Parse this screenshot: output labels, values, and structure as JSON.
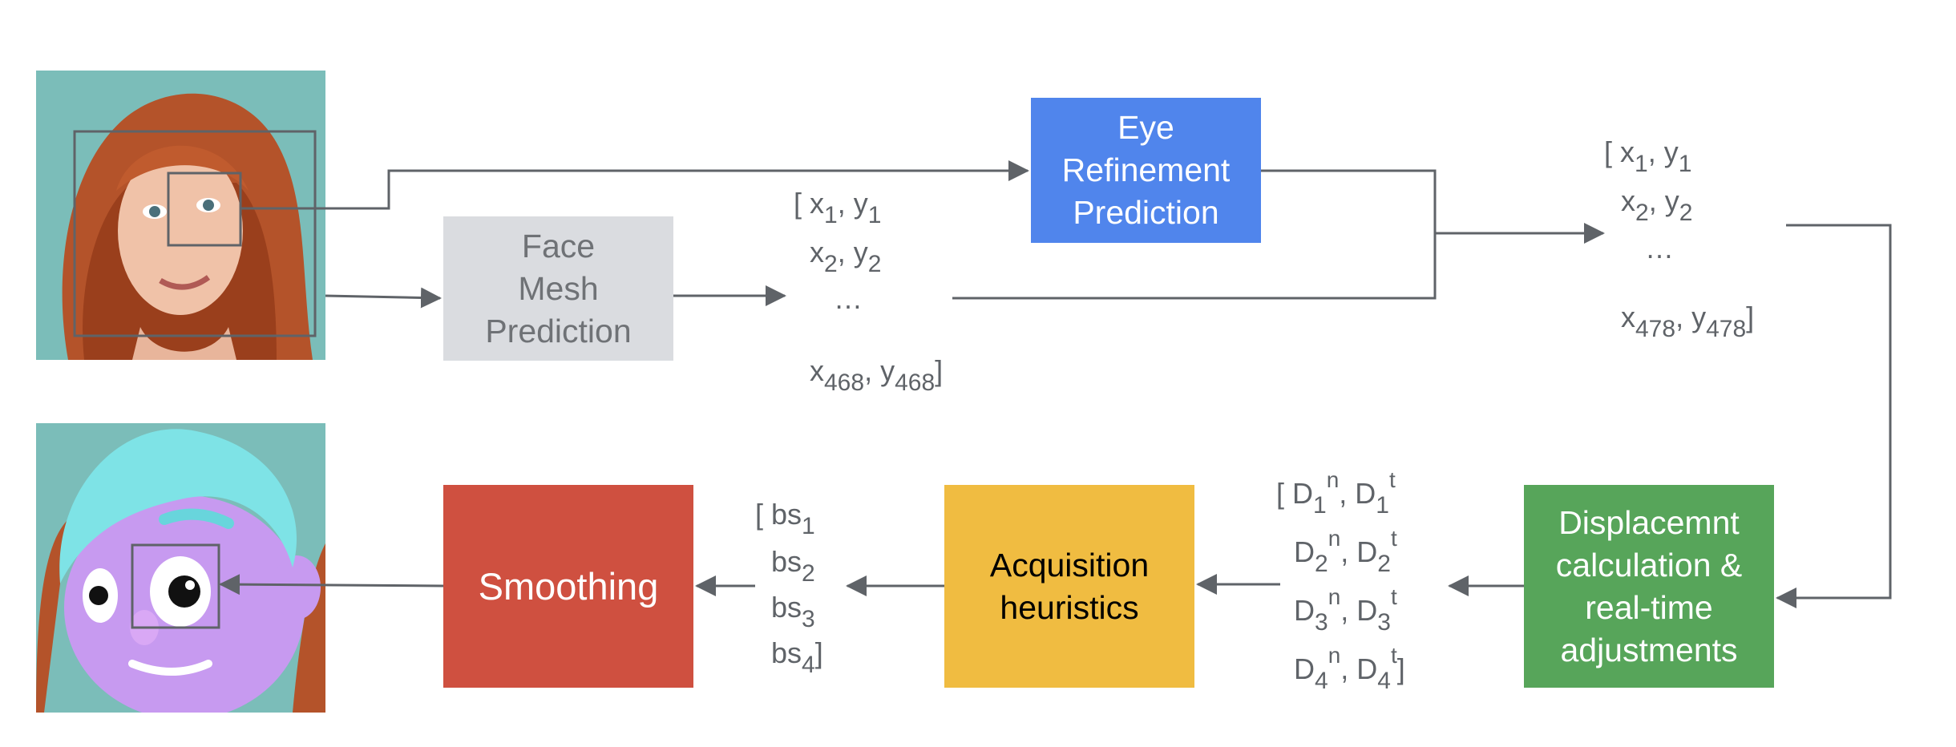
{
  "colors": {
    "line": "#5f6368",
    "face_mesh_box": "#dadce0",
    "eye_refinement_box": "#5085ec",
    "displacement_box": "#57a55a",
    "acquisition_box": "#f0bc41",
    "smoothing_box": "#cf5040"
  },
  "boxes": {
    "face_mesh": {
      "lines": [
        "Face",
        "Mesh",
        "Prediction"
      ]
    },
    "eye_refinement": {
      "lines": [
        "Eye",
        "Refinement",
        "Prediction"
      ]
    },
    "displacement": {
      "lines": [
        "Displacemnt",
        "calculation &",
        "real-time",
        "adjustments"
      ]
    },
    "acquisition": {
      "lines": [
        "Acquisition",
        "heuristics"
      ]
    },
    "smoothing": {
      "lines": [
        "Smoothing"
      ]
    }
  },
  "mesh_vector": {
    "open": "[ x",
    "x1": "1",
    "sep1": ", y",
    "y1": "1",
    "r2_x": "x",
    "x2": "2",
    "r2_sep": ", y",
    "y2": "2",
    "ellipsis": "…",
    "r4_x": "x",
    "x468": "468",
    "r4_sep": ", y",
    "y468": "468",
    "close": "]"
  },
  "refined_vector": {
    "open": "[ x",
    "x1": "1",
    "sep1": ", y",
    "y1": "1",
    "r2_x": "x",
    "x2": "2",
    "r2_sep": ", y",
    "y2": "2",
    "ellipsis": "…",
    "r4_x": "x",
    "x478": "478",
    "r4_sep": ", y",
    "y478": "478",
    "close": "]"
  },
  "displacement_vector": {
    "rows": [
      {
        "pre": "[ D",
        "i": "1",
        "mid": ", D",
        "post": ""
      },
      {
        "pre": "D",
        "i": "2",
        "mid": ", D",
        "post": ""
      },
      {
        "pre": "D",
        "i": "3",
        "mid": ", D",
        "post": ""
      },
      {
        "pre": "D",
        "i": "4",
        "mid": ", D",
        "post": "]"
      }
    ],
    "n": "n",
    "t": "t"
  },
  "blendshape_vector": {
    "rows": [
      {
        "pre": "[ bs",
        "i": "1",
        "post": ""
      },
      {
        "pre": "bs",
        "i": "2",
        "post": ""
      },
      {
        "pre": "bs",
        "i": "3",
        "post": ""
      },
      {
        "pre": "bs",
        "i": "4",
        "post": "]"
      }
    ]
  },
  "images": {
    "input": "input-face-photo",
    "output": "animated-avatar"
  }
}
